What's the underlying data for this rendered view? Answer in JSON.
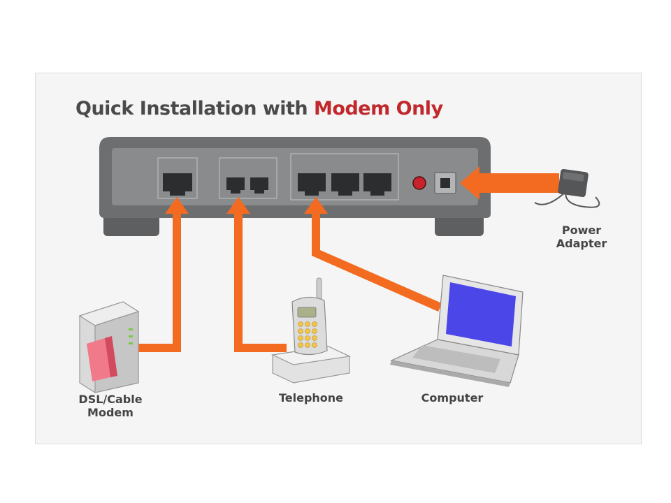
{
  "diagram": {
    "title_prefix": "Quick Installation with ",
    "title_accent": "Modem Only",
    "labels": {
      "modem_line1": "DSL/Cable",
      "modem_line2": "Modem",
      "telephone": "Telephone",
      "computer": "Computer",
      "power_line1": "Power",
      "power_line2": "Adapter"
    }
  },
  "colors": {
    "arrow": "#f26b21",
    "title_accent": "#c0282c",
    "router_body": "#6d6e70",
    "laptop_screen": "#4a46e8"
  }
}
